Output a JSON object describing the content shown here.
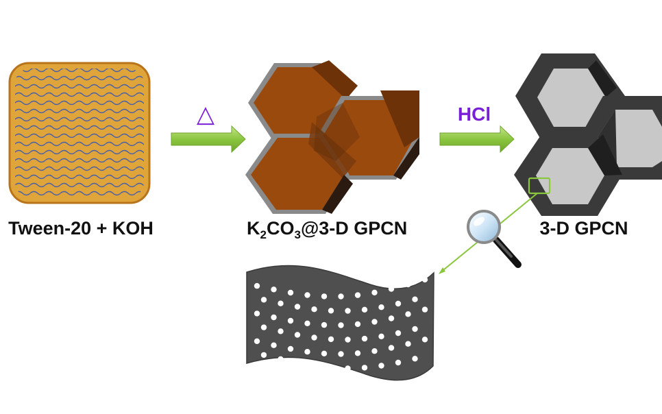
{
  "labels": {
    "precursor": "Tween-20 + KOH",
    "intermediate_k": "K",
    "intermediate_sub2": "2",
    "intermediate_co": "CO",
    "intermediate_sub3": "3",
    "intermediate_rest": "@3-D GPCN",
    "product": "3-D GPCN"
  },
  "steps": {
    "heat_symbol": "△",
    "acid": "HCl"
  },
  "colors": {
    "arrow_green": "#8bc63f",
    "reagent_purple": "#7a1fd8",
    "template_brown": "#9b4a0e",
    "carbon_dark": "#3a3a3a",
    "pore_light": "#c8c8c8",
    "sheet_dark": "#4f4f4f",
    "precursor_orange": "#e0a53a",
    "wave_blue": "#3d5ab0"
  },
  "icons": [
    "magnifier-icon"
  ]
}
